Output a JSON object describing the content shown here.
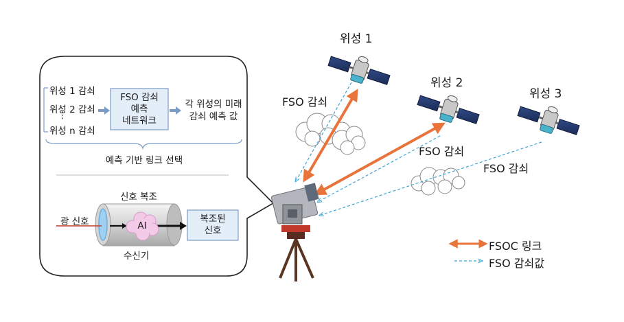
{
  "panel": {
    "inputs": [
      "위성 1 감쇠",
      "위성 2 감쇠",
      "⋮",
      "위성 n 감쇠"
    ],
    "network_box": [
      "FSO 감쇠",
      "예측",
      "네트워크"
    ],
    "output": [
      "각 위성의 미래",
      "감쇠 예측 값"
    ],
    "brace_caption": "예측 기반 링크 선택",
    "receiver_title": "신호 복조",
    "optical_signal": "광 신호",
    "ai_label": "AI",
    "demod_box": [
      "복조된",
      "신호"
    ],
    "receiver_caption": "수신기"
  },
  "scene": {
    "satellites": [
      "위성 1",
      "위성 2",
      "위성 3"
    ],
    "fso_labels": [
      "FSO 감쇠",
      "FSO 감쇠",
      "FSO 감쇠"
    ]
  },
  "legend": {
    "fsoc_link": "FSOC 링크",
    "fso_value": "FSO 감쇠값",
    "colors": {
      "fsoc": "#e8743b",
      "fso": "#3ba3d4"
    }
  }
}
